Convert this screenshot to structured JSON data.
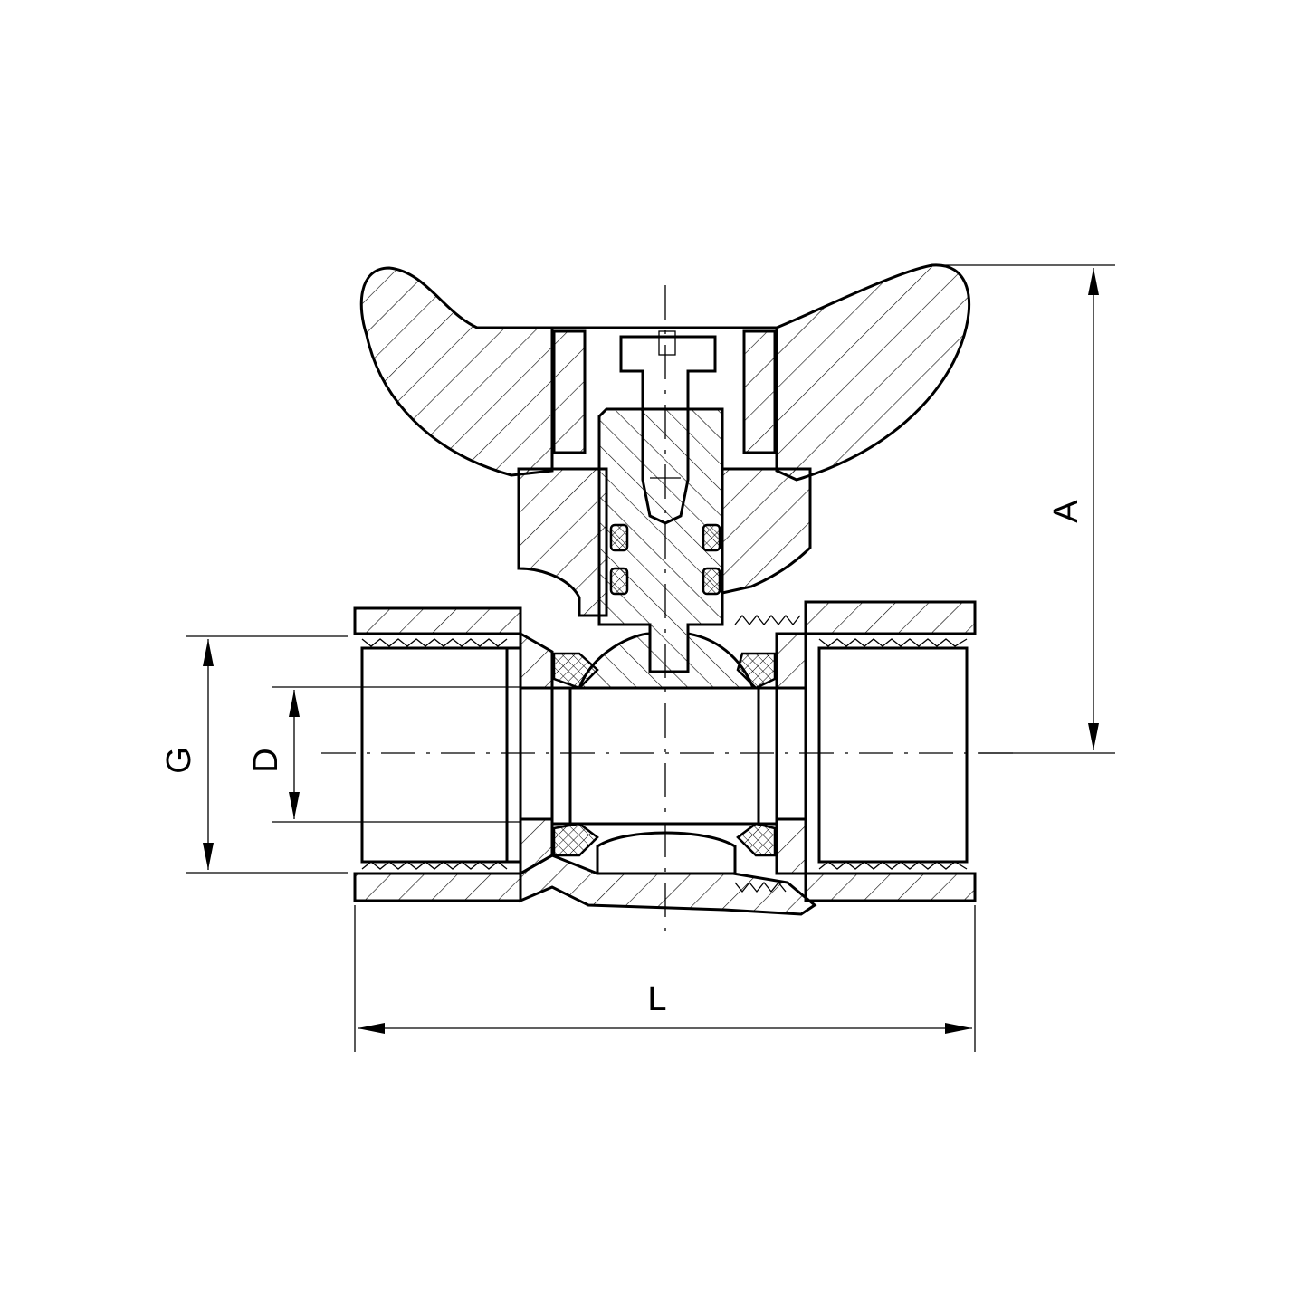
{
  "diagram": {
    "dimension_labels": {
      "A": "A",
      "G": "G",
      "D": "D",
      "L": "L"
    },
    "colors": {
      "line": "#000000",
      "background": "#ffffff"
    }
  }
}
